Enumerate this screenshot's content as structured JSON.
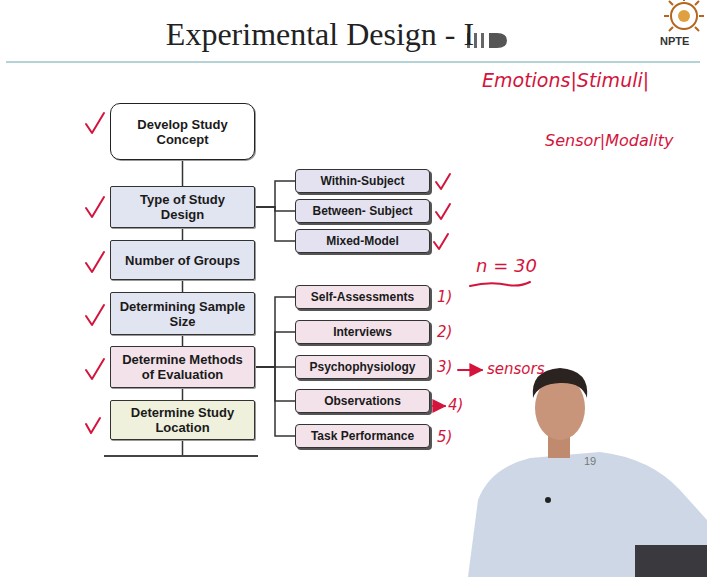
{
  "diagram": {
    "title": "Experimental Design - I",
    "nodes": [
      {
        "text": [
          "Develop Study Concept"
        ]
      },
      {
        "text": [
          "Type of Study Design"
        ]
      },
      {
        "text": [
          "Within-Subject"
        ]
      },
      {
        "text": [
          "Between- Subject"
        ]
      },
      {
        "text": [
          "Mixed-Model"
        ]
      },
      {
        "text": [
          "Number of Groups"
        ]
      },
      {
        "text": [
          "Determining Sample Size"
        ]
      },
      {
        "text": [
          "Determine Methods of Evaluation"
        ]
      },
      {
        "text": [
          "Self-Assessments"
        ]
      },
      {
        "text": [
          "Interviews"
        ]
      },
      {
        "text": [
          "Psychophysiology"
        ]
      },
      {
        "text": [
          "Observations"
        ]
      },
      {
        "text": [
          "Task Performance"
        ]
      },
      {
        "text": [
          "Determine Study Location"
        ]
      }
    ],
    "edges": [
      {
        "from": 0,
        "to": 1,
        "arrow": "none"
      },
      {
        "from": 1,
        "to": 2,
        "arrow": "none"
      },
      {
        "from": 1,
        "to": 3,
        "arrow": "none"
      },
      {
        "from": 1,
        "to": 4,
        "arrow": "none"
      },
      {
        "from": 1,
        "to": 5,
        "arrow": "none"
      },
      {
        "from": 5,
        "to": 6,
        "arrow": "none"
      },
      {
        "from": 6,
        "to": 7,
        "arrow": "none"
      },
      {
        "from": 7,
        "to": 8,
        "arrow": "none"
      },
      {
        "from": 7,
        "to": 9,
        "arrow": "none"
      },
      {
        "from": 7,
        "to": 10,
        "arrow": "none"
      },
      {
        "from": 7,
        "to": 11,
        "arrow": "none"
      },
      {
        "from": 7,
        "to": 12,
        "arrow": "none"
      },
      {
        "from": 7,
        "to": 13,
        "arrow": "none"
      }
    ],
    "labels": [
      "NPTE",
      "Emotions|Stimuli|",
      "Sensor|Modality",
      "n = 30",
      "1)",
      "2)",
      "3)",
      "sensors",
      "4)",
      "5)",
      "19"
    ]
  }
}
